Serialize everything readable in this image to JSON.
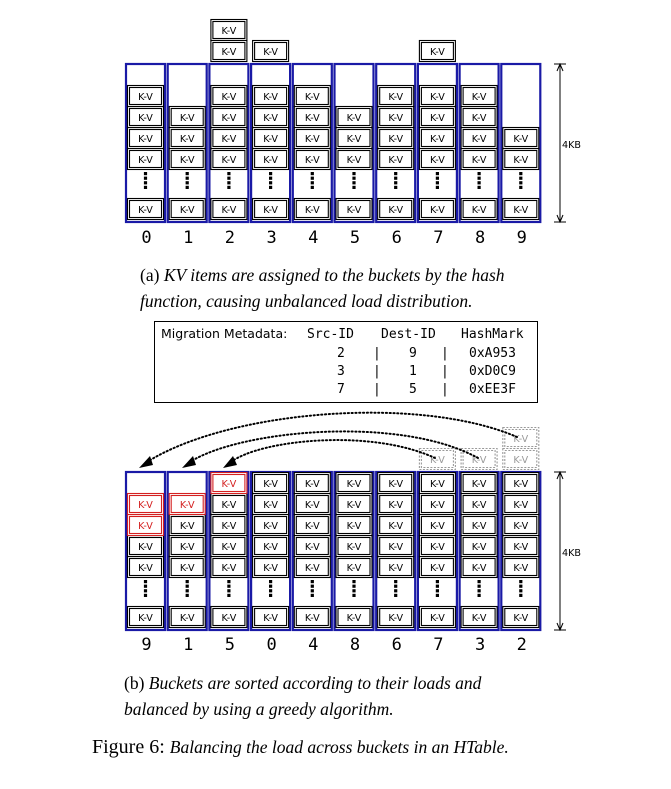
{
  "kv_label": "K-V",
  "size_label": "4KB",
  "top_panel": {
    "bucket_ids": [
      "0",
      "1",
      "2",
      "3",
      "4",
      "5",
      "6",
      "7",
      "8",
      "9"
    ],
    "caption_tag": "(a)",
    "caption_line1": "KV items are assigned to the buckets by the hash",
    "caption_line2": "function, causing unbalanced load distribution."
  },
  "metadata": {
    "title": "Migration Metadata:",
    "headers": [
      "Src-ID",
      "Dest-ID",
      "HashMark"
    ],
    "rows": [
      {
        "src": "2",
        "dest": "9",
        "mark": "0xA953"
      },
      {
        "src": "3",
        "dest": "1",
        "mark": "0xD0C9"
      },
      {
        "src": "7",
        "dest": "5",
        "mark": "0xEE3F"
      }
    ]
  },
  "bottom_panel": {
    "bucket_ids": [
      "9",
      "1",
      "5",
      "0",
      "4",
      "8",
      "6",
      "7",
      "3",
      "2"
    ],
    "caption_tag": "(b)",
    "caption_line1": "Buckets are sorted according to their loads and",
    "caption_line2": "balanced by using a greedy algorithm."
  },
  "figure": {
    "label": "Figure 6:",
    "description": "Balancing the load across buckets in an HTable."
  },
  "colors": {
    "bucket_border": "#1a1aa6",
    "migrated_item": "#d42020",
    "removed_item": "#999999"
  }
}
